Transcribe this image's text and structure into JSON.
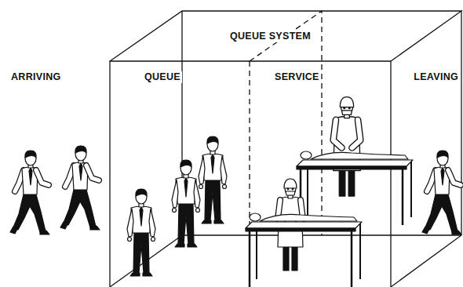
{
  "diagram": {
    "nodes": [
      {
        "text": [
          "QUEUE SYSTEM"
        ]
      },
      {
        "text": [
          "QUEUE"
        ],
        "in": 0
      },
      {
        "text": [
          "SERVICE"
        ],
        "in": 0
      }
    ],
    "labels": [
      "ARRIVING",
      "LEAVING"
    ]
  }
}
